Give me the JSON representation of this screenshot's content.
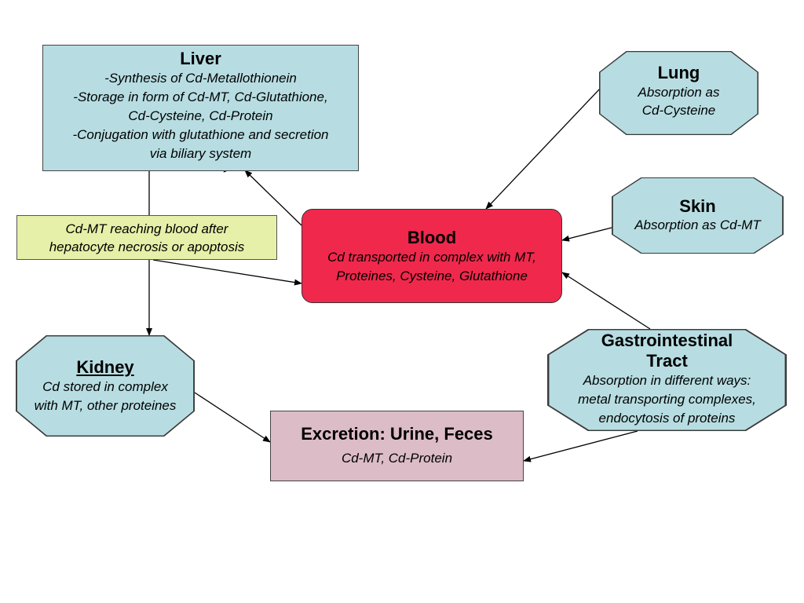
{
  "liver": {
    "title": "Liver",
    "lines": [
      "-Synthesis of Cd-Metallothionein",
      "-Storage in form of Cd-MT, Cd-Glutathione,",
      "Cd-Cysteine, Cd-Protein",
      "-Conjugation with glutathione and secretion",
      "via biliary system"
    ]
  },
  "lung": {
    "title": "Lung",
    "lines": [
      "Absorption as",
      "Cd-Cysteine"
    ]
  },
  "skin": {
    "title": "Skin",
    "lines": [
      "Absorption as Cd-MT"
    ]
  },
  "blood": {
    "title": "Blood",
    "lines": [
      "Cd transported in complex with MT,",
      "Proteines, Cysteine, Glutathione"
    ]
  },
  "note": {
    "lines": [
      "Cd-MT reaching blood after",
      "hepatocyte necrosis or apoptosis"
    ]
  },
  "kidney": {
    "title": "Kidney",
    "lines": [
      "Cd stored in complex",
      "with MT, other proteines"
    ]
  },
  "gi": {
    "title_lines": [
      "Gastrointestinal",
      "Tract"
    ],
    "lines": [
      "Absorption in different ways:",
      "metal transporting complexes,",
      "endocytosis of proteins"
    ]
  },
  "excretion": {
    "title": "Excretion: Urine, Feces",
    "lines": [
      "Cd-MT, Cd-Protein"
    ]
  },
  "colors": {
    "blue_box": "#b7dde2",
    "blood": "#f0284c",
    "note": "#e6f0a8",
    "excretion": "#dcbcc6"
  }
}
